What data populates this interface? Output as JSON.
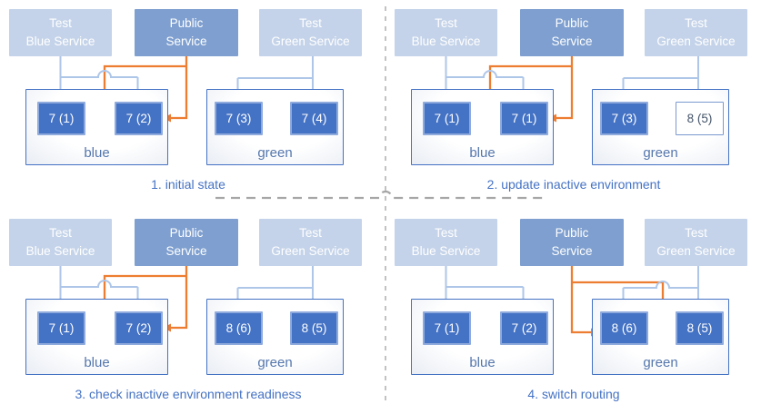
{
  "colors": {
    "accent_blue": "#4472c4",
    "test_service_fill": "#c4d3e9",
    "public_service_fill": "#7e9fcf",
    "instance_fill": "#4472c4",
    "instance_border": "#8faadc",
    "outline_instance_text": "#44546a",
    "test_arrow": "#aec6e8",
    "public_arrow": "#ed7d31",
    "divider_gray": "#a6a6a6",
    "env_label_color": "#5577ad",
    "caption_color": "#4472c4"
  },
  "services": {
    "test_blue": "Test\nBlue Service",
    "public": "Public\nService",
    "test_green": "Test\nGreen Service"
  },
  "quadrants": [
    {
      "caption": "1. initial state",
      "public_routes_to": "blue",
      "blue_env": {
        "label": "blue",
        "instances": [
          {
            "label": "7 (1)",
            "style": "filled"
          },
          {
            "label": "7 (2)",
            "style": "filled"
          }
        ]
      },
      "green_env": {
        "label": "green",
        "instances": [
          {
            "label": "7 (3)",
            "style": "filled"
          },
          {
            "label": "7 (4)",
            "style": "filled"
          }
        ]
      }
    },
    {
      "caption": "2. update inactive environment",
      "public_routes_to": "blue",
      "blue_env": {
        "label": "blue",
        "instances": [
          {
            "label": "7 (1)",
            "style": "filled"
          },
          {
            "label": "7 (1)",
            "style": "filled"
          }
        ]
      },
      "green_env": {
        "label": "green",
        "instances": [
          {
            "label": "7 (3)",
            "style": "filled"
          },
          {
            "label": "8 (5)",
            "style": "outline"
          }
        ]
      }
    },
    {
      "caption": "3. check inactive environment readiness",
      "public_routes_to": "blue",
      "blue_env": {
        "label": "blue",
        "instances": [
          {
            "label": "7 (1)",
            "style": "filled"
          },
          {
            "label": "7 (2)",
            "style": "filled"
          }
        ]
      },
      "green_env": {
        "label": "green",
        "instances": [
          {
            "label": "8 (6)",
            "style": "filled"
          },
          {
            "label": "8 (5)",
            "style": "filled"
          }
        ]
      }
    },
    {
      "caption": "4. switch routing",
      "public_routes_to": "green",
      "blue_env": {
        "label": "blue",
        "instances": [
          {
            "label": "7 (1)",
            "style": "filled"
          },
          {
            "label": "7 (2)",
            "style": "filled"
          }
        ]
      },
      "green_env": {
        "label": "green",
        "instances": [
          {
            "label": "8 (6)",
            "style": "filled"
          },
          {
            "label": "8 (5)",
            "style": "filled"
          }
        ]
      }
    }
  ]
}
